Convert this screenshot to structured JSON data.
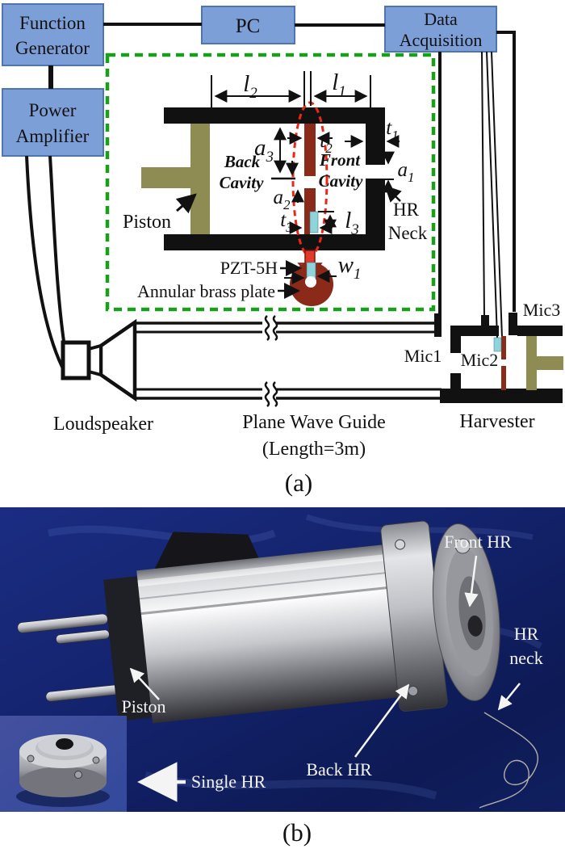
{
  "colors": {
    "box_fill": "#7D9FD8",
    "box_border": "#4F74AE",
    "inset_border_green": "#18A018",
    "piston_olive": "#8E8B53",
    "rod_dark_red": "#8C2A1A",
    "pzt_cyan": "#8FD3DB",
    "ellipse_red": "#EC2616",
    "photo_background_blue": "#14246E"
  },
  "panel_a": {
    "caption": "(a)",
    "boxes": {
      "function_generator": {
        "line1": "Function",
        "line2": "Generator"
      },
      "power_amplifier": {
        "line1": "Power",
        "line2": "Amplifier"
      },
      "pc": {
        "label": "PC"
      },
      "data_acquisition": {
        "line1": "Data",
        "line2": "Acquisition"
      }
    },
    "inset": {
      "dims": {
        "l2": {
          "base": "l",
          "sub": "2"
        },
        "l1": {
          "base": "l",
          "sub": "1"
        },
        "t1": {
          "base": "t",
          "sub": "1"
        },
        "t2": {
          "base": "t",
          "sub": "2"
        },
        "a1": {
          "base": "a",
          "sub": "1"
        },
        "a2": {
          "base": "a",
          "sub": "2"
        },
        "a3": {
          "base": "a",
          "sub": "3"
        },
        "t3": {
          "base": "t",
          "sub": "3"
        },
        "l3": {
          "base": "l",
          "sub": "3"
        },
        "w1": {
          "base": "w",
          "sub": "1"
        }
      },
      "back_cavity": {
        "line1": "Back",
        "line2": "Cavity"
      },
      "front_cavity": {
        "line1": "Front",
        "line2": "Cavity"
      },
      "hr_neck": {
        "line1": "HR",
        "line2": "Neck"
      },
      "piston": "Piston",
      "pzt": "PZT-5H",
      "annular_plate": "Annular brass plate"
    },
    "labels": {
      "loudspeaker": "Loudspeaker",
      "waveguide_line1": "Plane Wave Guide",
      "waveguide_line2": "(Length=3m)",
      "harvester": "Harvester",
      "mic1": "Mic1",
      "mic2": "Mic2",
      "mic3": "Mic3"
    }
  },
  "panel_b": {
    "caption": "(b)",
    "labels": {
      "front_hr": "Front HR",
      "hr_neck_line1": "HR",
      "hr_neck_line2": "neck",
      "piston": "Piston",
      "back_hr": "Back HR",
      "single_hr": "Single HR"
    }
  }
}
